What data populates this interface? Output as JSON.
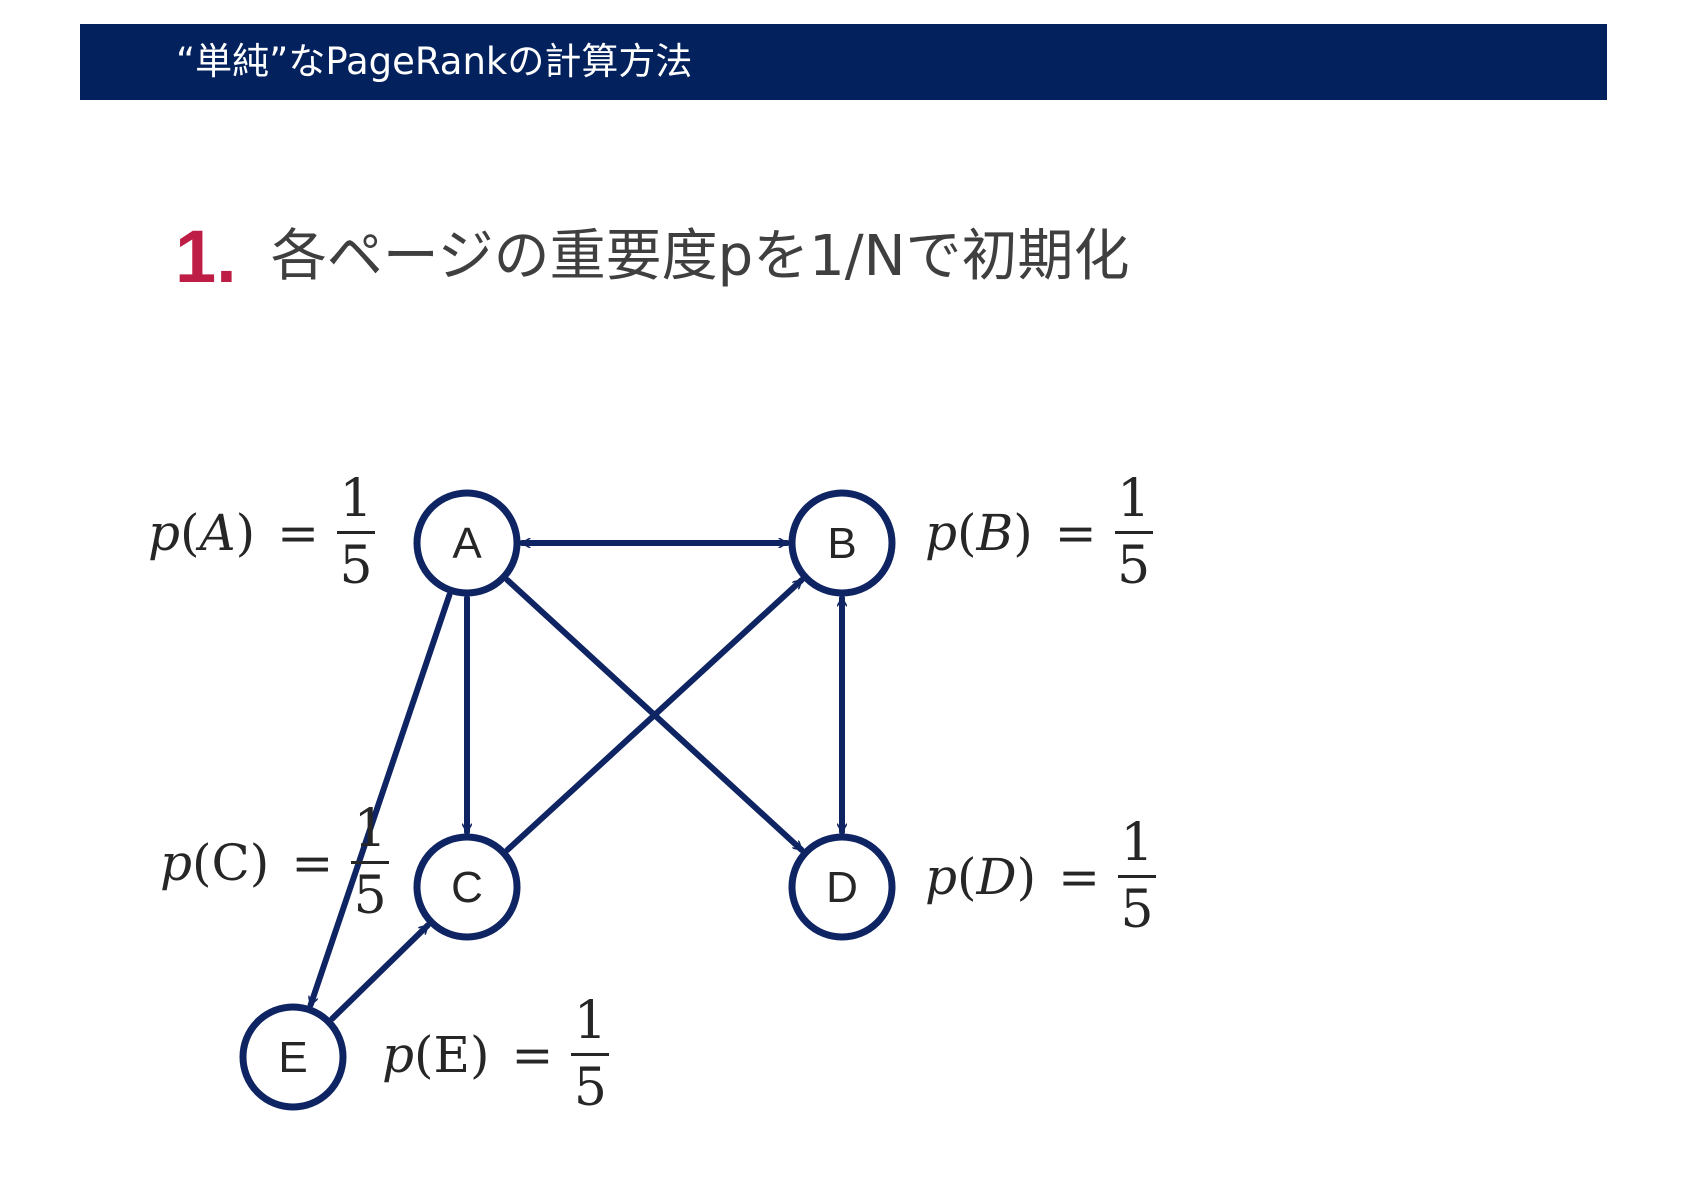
{
  "header": {
    "title": "“単純”なPageRankの計算方法"
  },
  "step": {
    "number": "1.",
    "text": "各ページの重要度pを1/Nで初期化"
  },
  "colors": {
    "header_bg": "#03215c",
    "node_stroke": "#0f2563",
    "step_number": "#be1e45",
    "text": "#3f3f3f"
  },
  "graph": {
    "nodes": [
      {
        "id": "A",
        "label": "A"
      },
      {
        "id": "B",
        "label": "B"
      },
      {
        "id": "C",
        "label": "C"
      },
      {
        "id": "D",
        "label": "D"
      },
      {
        "id": "E",
        "label": "E"
      }
    ],
    "edges": [
      {
        "from": "A",
        "to": "B",
        "bidirectional": true
      },
      {
        "from": "A",
        "to": "C"
      },
      {
        "from": "A",
        "to": "D"
      },
      {
        "from": "C",
        "to": "B"
      },
      {
        "from": "B",
        "to": "D",
        "bidirectional": true
      },
      {
        "from": "E",
        "to": "C"
      },
      {
        "from": "A",
        "to": "E"
      }
    ]
  },
  "formulas": {
    "A": {
      "fn": "p",
      "open": "(",
      "arg": "A",
      "close": ")",
      "eq": "=",
      "num": "1",
      "den": "5"
    },
    "B": {
      "fn": "p",
      "open": "(",
      "arg": "B",
      "close": ")",
      "eq": "=",
      "num": "1",
      "den": "5"
    },
    "C": {
      "fn": "p",
      "open": "(",
      "arg": "C",
      "close": ")",
      "eq": "=",
      "num": "1",
      "den": "5"
    },
    "D": {
      "fn": "p",
      "open": "(",
      "arg": "D",
      "close": ")",
      "eq": "=",
      "num": "1",
      "den": "5"
    },
    "E": {
      "fn": "p",
      "open": "(",
      "arg": "E",
      "close": ")",
      "eq": "=",
      "num": "1",
      "den": "5"
    }
  }
}
